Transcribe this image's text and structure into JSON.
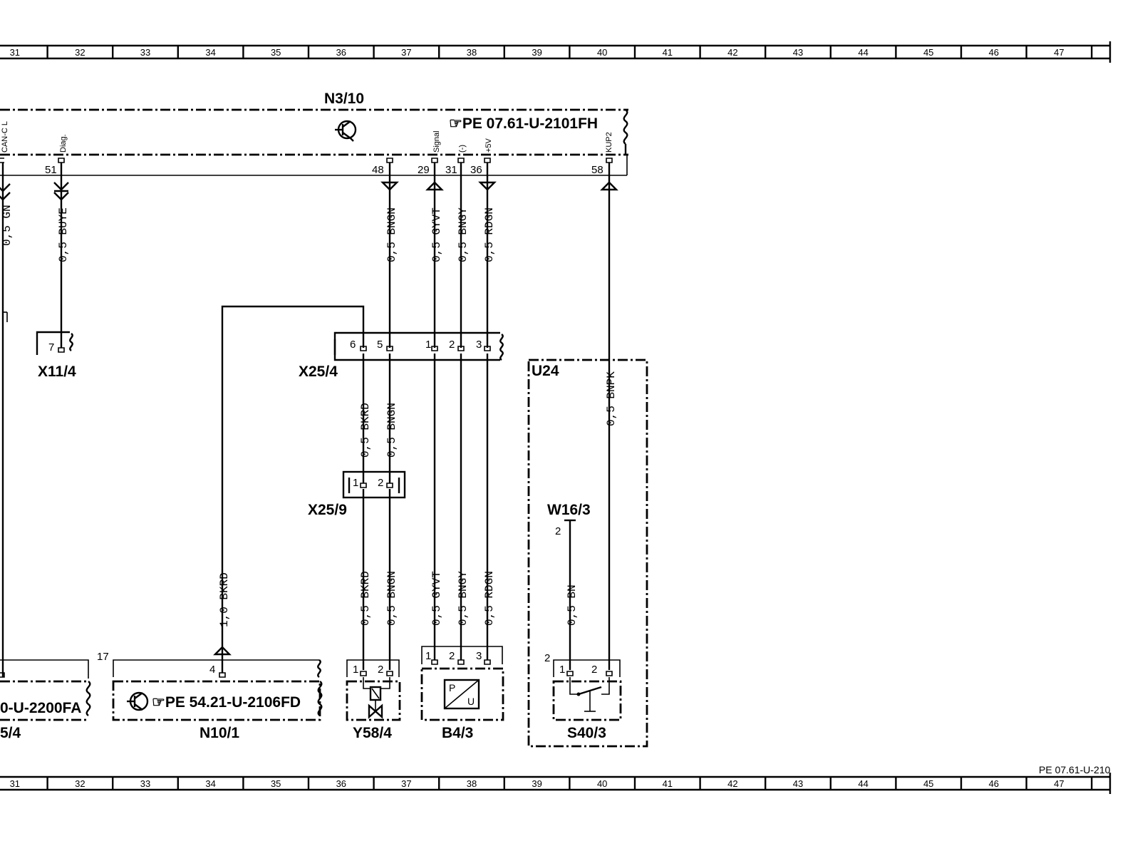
{
  "grid": {
    "numbers": [
      "31",
      "32",
      "33",
      "34",
      "35",
      "36",
      "37",
      "38",
      "39",
      "40",
      "41",
      "42",
      "43",
      "44",
      "45",
      "46",
      "47"
    ]
  },
  "footer_ref": "PE 07.61-U-210",
  "components": {
    "n3_10": {
      "label": "N3/10",
      "ref": "☞PE  07.61-U-2101FH",
      "pin_labels": [
        "CAN-C L",
        "Diag.",
        "Signal",
        "(-)",
        "+5V",
        "KUP2"
      ],
      "pins": [
        "51",
        "48",
        "29",
        "31",
        "36",
        "58"
      ]
    },
    "x11_4": {
      "label": "X11/4",
      "pin": "7"
    },
    "x25_4": {
      "label": "X25/4",
      "pins": [
        "6",
        "5",
        "1",
        "2",
        "3"
      ]
    },
    "x25_9": {
      "label": "X25/9",
      "pins": [
        "1",
        "2"
      ]
    },
    "u24": {
      "label": "U24"
    },
    "w16_3": {
      "label": "W16/3",
      "pin": "2"
    },
    "n10_1": {
      "label": "N10/1",
      "ref": "☞PE  54.21-U-2106FD",
      "pin": "4",
      "pin_outer": "17"
    },
    "left_partial": {
      "ref": "0-U-2200FA",
      "label": "5/4"
    },
    "y58_4": {
      "label": "Y58/4",
      "pins": [
        "1",
        "2"
      ]
    },
    "b4_3": {
      "label": "B4/3",
      "pins": [
        "1",
        "2",
        "3"
      ],
      "sym_p": "P",
      "sym_u": "U"
    },
    "s40_3": {
      "label": "S40/3",
      "pins": [
        "1",
        "2"
      ],
      "pin_outer": "2"
    }
  },
  "wires": {
    "gn": "0,5 GN",
    "buye": "0,5 BUYE",
    "bngn_top": "0,5 BNGN",
    "gyvt_top": "0,5 GYVT",
    "bngy_top": "0,5 BNGY",
    "rdgn_top": "0,5 RDGN",
    "bnpk": "0,5 BNPK",
    "bkrd_mid": "0,5 BKRD",
    "bngn_mid": "0,5 BNGN",
    "bkrd_n10": "1,0 BKRD",
    "bkrd_low": "0,5 BKRD",
    "bngn_low": "0,5 BNGN",
    "gyvt_low": "0,5 GYVT",
    "bngy_low": "0,5 BNGY",
    "rdgn_low": "0,5 RDGN",
    "bn": "0,5 BN"
  }
}
